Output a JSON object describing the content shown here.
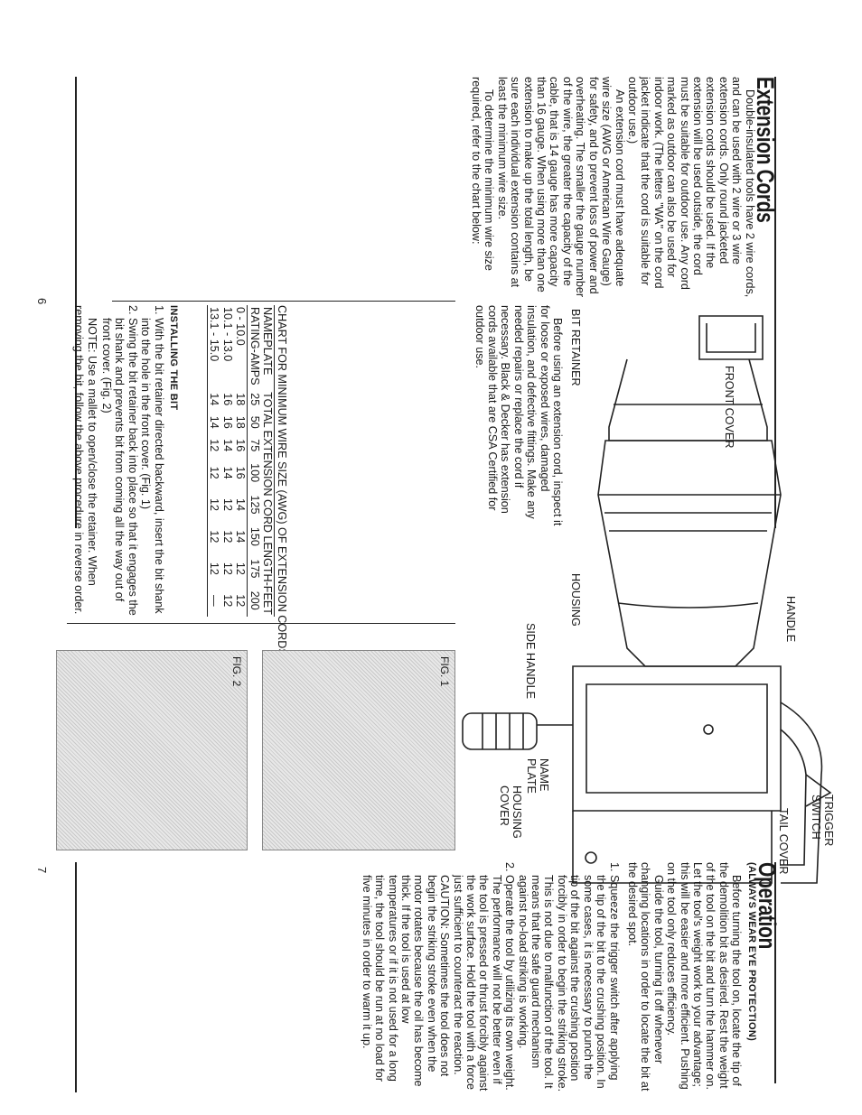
{
  "left_page": {
    "title": "Extension Cords",
    "p1": "Double-insulated tools have 2 wire cords, and can be used with 2 wire or 3 wire extension cords. Only round jacketed extension cords should be used. If the extension will be used outside, the cord must be suitable for outdoor use. Any cord marked as outdoor can also be used for indoor work. (The letters \"WA\" on the cord jacket indicate that the cord is suitable for outdoor use.)",
    "p2": "An extension cord must have adequate wire size (AWG or American Wire Gauge) for safety, and to prevent loss of power and overheating. The smaller the gauge number of the wire, the greater the capacity of the cable, that is 14 gauge has more capacity than 16 gauge. When using more than one extension to make up the total length, be sure each individual extension contains at least the minimum wire size.",
    "p3": "To determine the minimum wire size required, refer to the chart below:",
    "p4": "Before using an extension cord, inspect it for loose or exposed wires, damaged insulation, and defective fittings. Make any needed repairs or replace the cord if necessary. Black & Decker has extension cords available that are CSA Certified for outdoor use.",
    "chart": {
      "title": "CHART FOR MINIMUM WIRE SIZE (AWG) OF EXTENSION CORDS",
      "header_left_1": "NAMEPLATE",
      "header_left_2": "RATING-AMPS",
      "header_right_1": "TOTAL EXTENSION CORD LENGTH-FEET",
      "lengths": [
        "25",
        "50",
        "75",
        "100",
        "125",
        "150",
        "175",
        "200"
      ],
      "rows": [
        {
          "amps": "0 - 10.0",
          "values": [
            "18",
            "18",
            "16",
            "16",
            "14",
            "14",
            "12",
            "12"
          ]
        },
        {
          "amps": "10.1 - 13.0",
          "values": [
            "16",
            "16",
            "14",
            "14",
            "12",
            "12",
            "12",
            "12"
          ]
        },
        {
          "amps": "13.1 - 15.0",
          "values": [
            "14",
            "14",
            "12",
            "12",
            "12",
            "12",
            "12",
            "—"
          ]
        }
      ]
    },
    "install_heading": "INSTALLING THE BIT",
    "install_steps": [
      "With the bit retainer directed backward, insert the bit shank into the hole in the front cover. (Fig. 1)",
      "Swing the bit retainer back into place so that it engages the bit shank and prevents bit from coming all the way out of front cover. (Fig. 2)"
    ],
    "note": "NOTE: Use a mallet to open/close the retainer. When removing the bit, follow the above procedure in reverse order.",
    "page_number": "6"
  },
  "right_page": {
    "labels": {
      "front_cover": "FRONT COVER",
      "bit_retainer": "BIT RETAINER",
      "housing": "HOUSING",
      "side_handle": "SIDE HANDLE",
      "handle": "HANDLE",
      "name_plate": "NAME PLATE",
      "housing_cover": "HOUSING COVER",
      "trigger_switch": "TRIGGER SWITCH",
      "tail_cover": "TAIL COVER"
    },
    "fig1": "FIG. 1",
    "fig2": "FIG. 2",
    "title": "Operation",
    "subtitle": "(ALWAYS WEAR EYE PROTECTION)",
    "p1": "Before turning the tool on, locate the tip of the demolition bit as desired. Rest the weight of the tool on the bit and turn the hammer on. Let the tool's weight work to your advantage; this will be easier and more efficient. Pushing on the tool only reduces efficiency.",
    "p2": "Guide the tool, turning it off whenever changing locations in order to locate the bit at the desired spot.",
    "steps": [
      "Squeeze the trigger switch after applying the tip of the bit to the crushing position. In some cases, it is necessary to punch the tip of the bit against the crushing position forcibly in order to begin the striking stroke. This is not due to malfunction of the tool. It means that the safe guard mechanism against no-load striking is working.",
      "Operate the tool by utilizing its own weight. The performance will not be better even if the tool is pressed or thrust forcibly against the work surface. Hold the tool with a force just sufficient to counteract the reaction. CAUTION: Sometimes the tool does not begin the striking stroke even when the motor rotates because the oil has become thick. If the tool is used at low temperatures or if it is not used for a long time, the tool should be run at no load for five minutes in order to warm it up."
    ],
    "page_number": "7"
  }
}
